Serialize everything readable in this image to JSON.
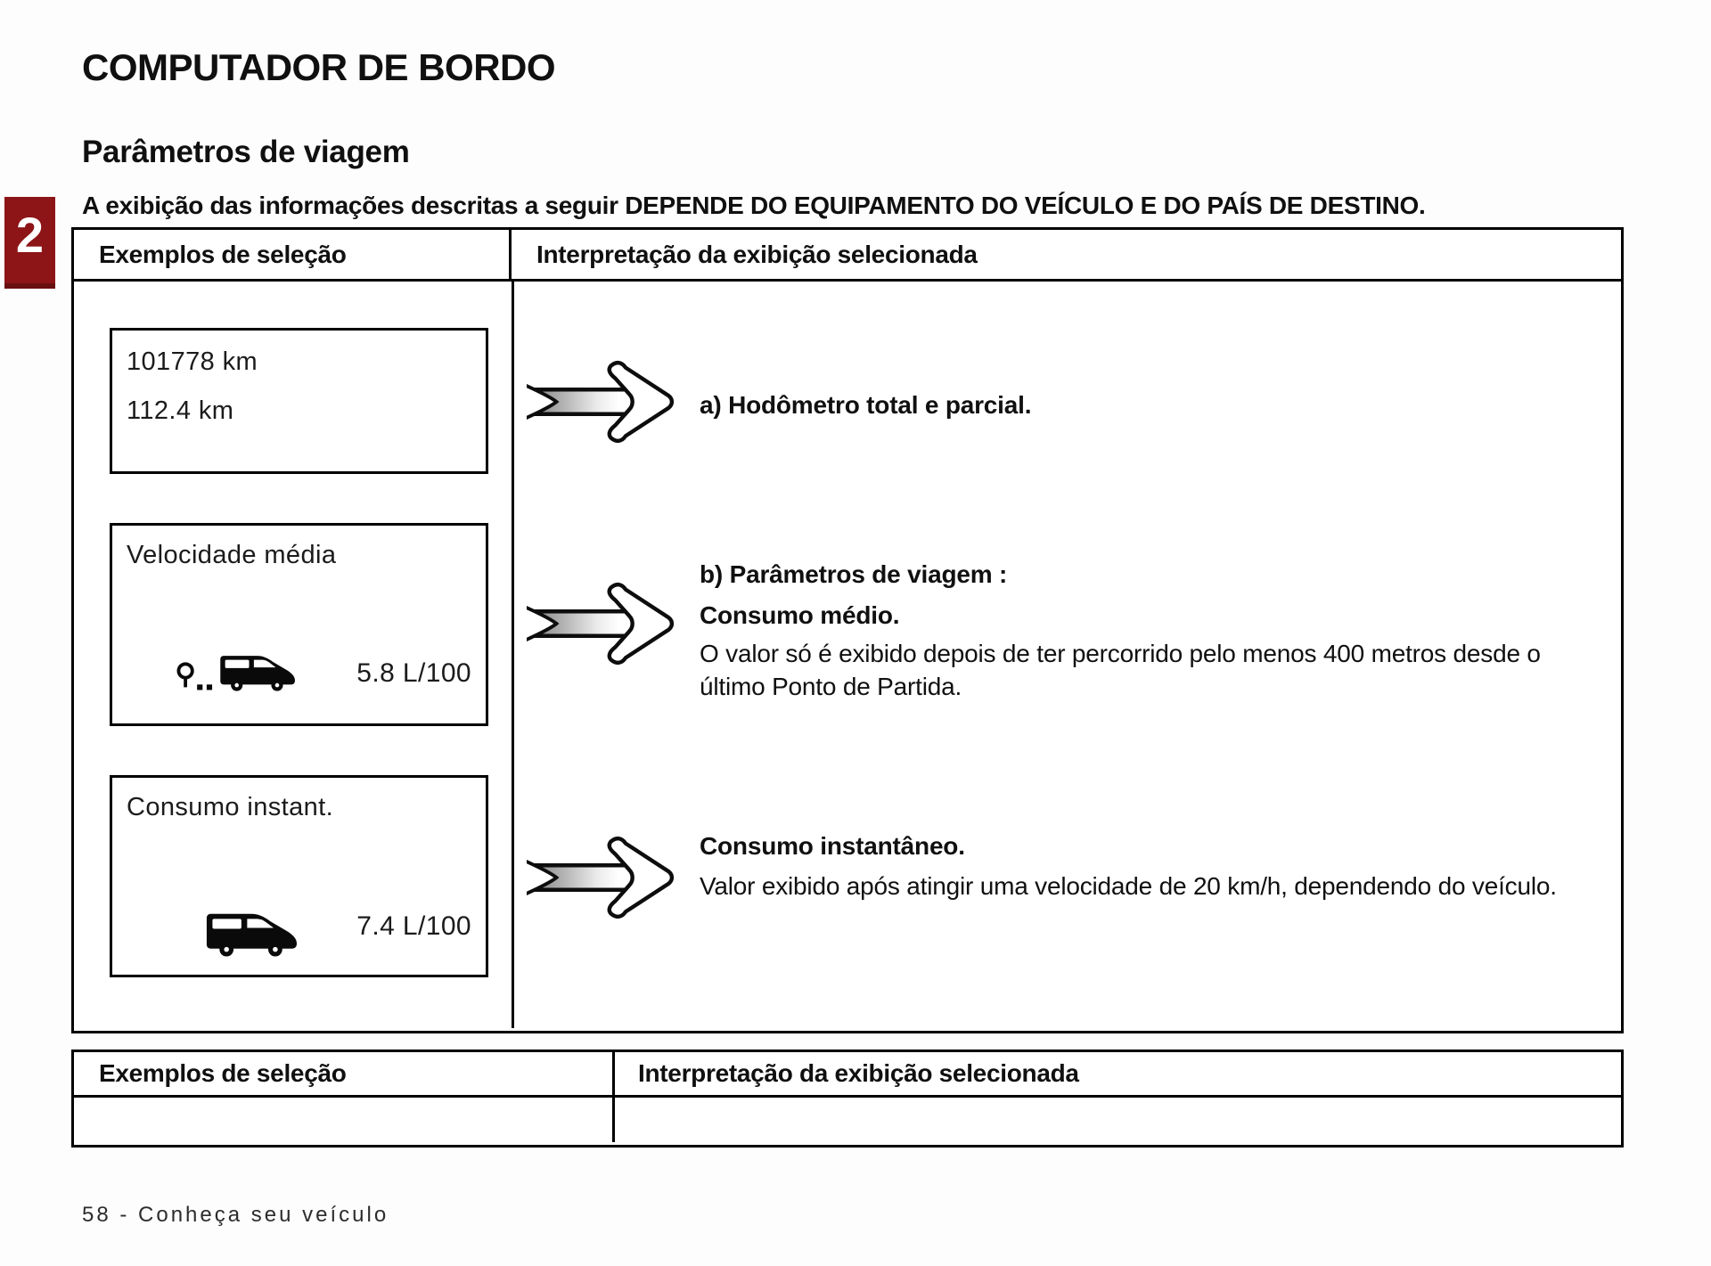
{
  "page": {
    "title": "COMPUTADOR DE BORDO",
    "section_number": "2",
    "subtitle": "Parâmetros de viagem",
    "intro": "A exibição das informações descritas a seguir DEPENDE DO EQUIPAMENTO DO VEÍCULO E DO PAÍS DE DESTINO.",
    "footer": "58 - Conheça seu veículo"
  },
  "colors": {
    "badge_red": "#8d1517",
    "text": "#101010"
  },
  "table1": {
    "headers": {
      "col1": "Exemplos de seleção",
      "col2": "Interpretação da exibição selecionada"
    },
    "rows": [
      {
        "display": {
          "line1": "101778 km",
          "line2": "112.4 km"
        },
        "interpretation": {
          "label": "a) Hodômetro total e parcial."
        }
      },
      {
        "display": {
          "title": "Velocidade média",
          "value": "5.8 L/100",
          "icon": "route-pin-van-icon"
        },
        "interpretation": {
          "label": "b) Parâmetros de viagem :",
          "subtitle": "Consumo médio.",
          "body": "O valor só é exibido depois de ter percorrido pelo menos 400 metros desde o último Ponto de Partida."
        }
      },
      {
        "display": {
          "title": "Consumo instant.",
          "value": "7.4 L/100",
          "icon": "van-icon"
        },
        "interpretation": {
          "subtitle": "Consumo instantâneo.",
          "body": "Valor exibido após atingir uma velocidade de 20 km/h, dependendo do veículo."
        }
      }
    ]
  },
  "table2": {
    "headers": {
      "col1": "Exemplos de seleção",
      "col2": "Interpretação da exibição selecionada"
    }
  }
}
